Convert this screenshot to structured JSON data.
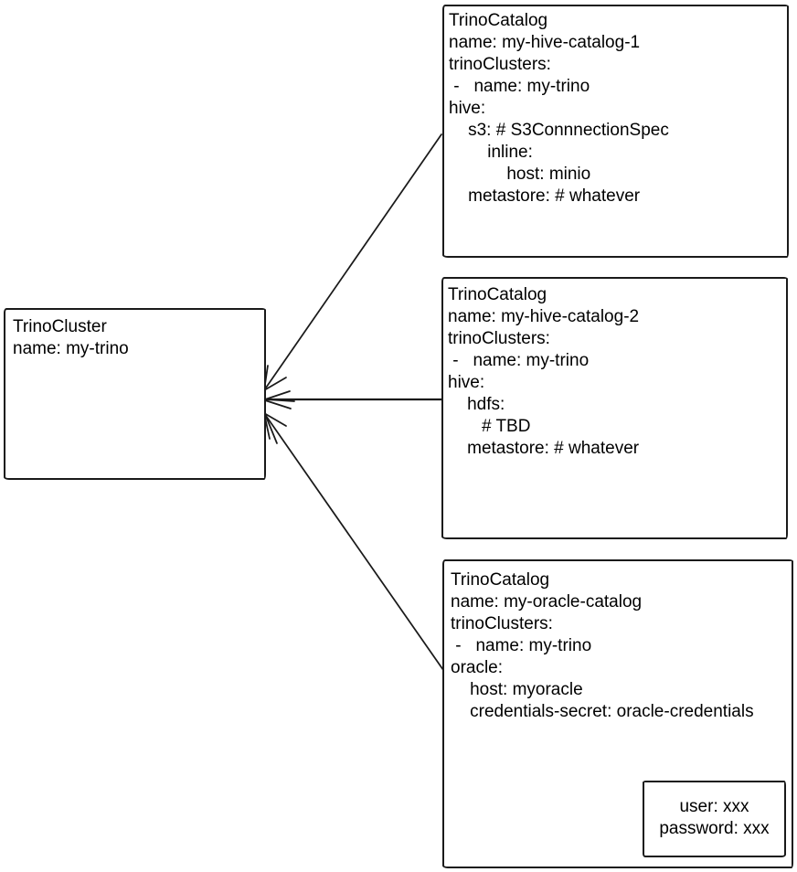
{
  "colors": {
    "stroke": "#1a1a1a",
    "background": "#ffffff",
    "text": "#000000"
  },
  "cluster": {
    "lines": [
      "TrinoCluster",
      "name: my-trino"
    ]
  },
  "catalog1": {
    "lines": [
      "TrinoCatalog",
      "name: my-hive-catalog-1",
      "trinoClusters:",
      " -   name: my-trino",
      "hive:",
      "    s3: # S3ConnnectionSpec",
      "        inline:",
      "            host: minio",
      "    metastore: # whatever"
    ]
  },
  "catalog2": {
    "lines": [
      "TrinoCatalog",
      "name: my-hive-catalog-2",
      "trinoClusters:",
      " -   name: my-trino",
      "hive:",
      "    hdfs:",
      "       # TBD",
      "    metastore: # whatever"
    ]
  },
  "catalog3": {
    "lines": [
      "TrinoCatalog",
      "name: my-oracle-catalog",
      "trinoClusters:",
      " -   name: my-trino",
      "oracle:",
      "    host: myoracle",
      "    credentials-secret: oracle-credentials"
    ]
  },
  "credentials": {
    "lines": [
      "user: xxx",
      "password: xxx"
    ]
  }
}
